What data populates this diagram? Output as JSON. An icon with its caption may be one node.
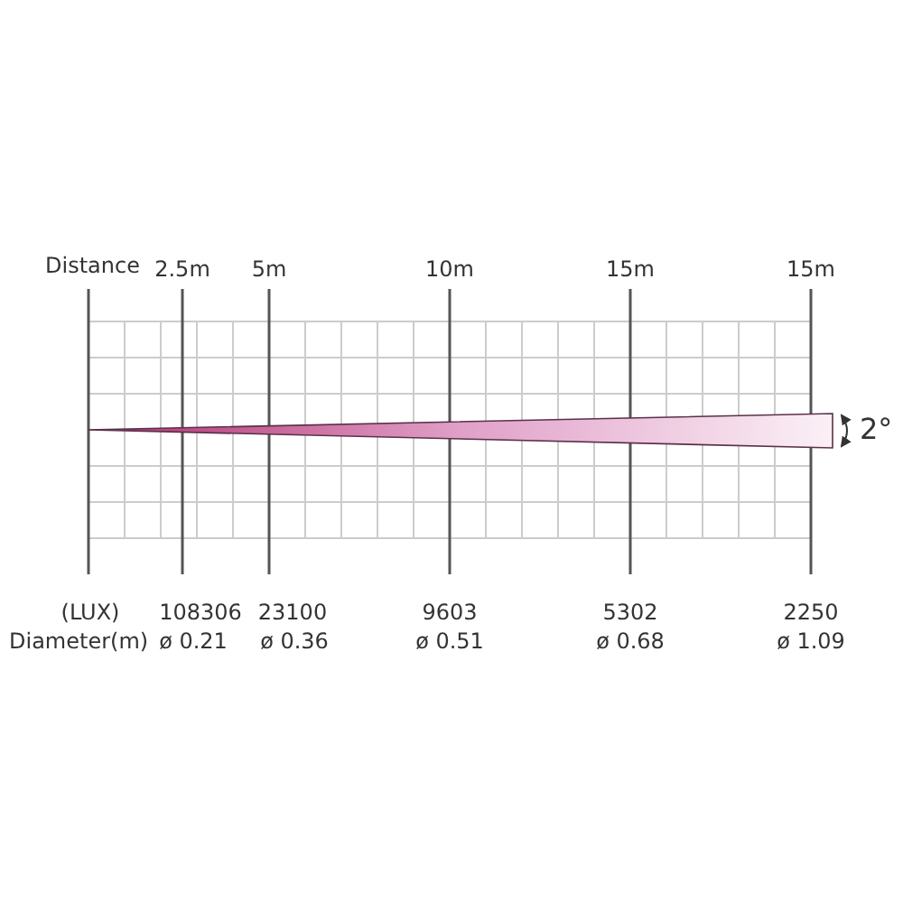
{
  "diagram": {
    "labels": [
      "Distance",
      "2.5m",
      "5m",
      "10m",
      "15m",
      "15m",
      "2°",
      "(LUX)",
      "108306",
      "23100",
      "9603",
      "5302",
      "2250",
      "Diameter(m)",
      "ø 0.21",
      "ø 0.36",
      "ø 0.51",
      "ø 0.68",
      "ø 1.09"
    ]
  }
}
